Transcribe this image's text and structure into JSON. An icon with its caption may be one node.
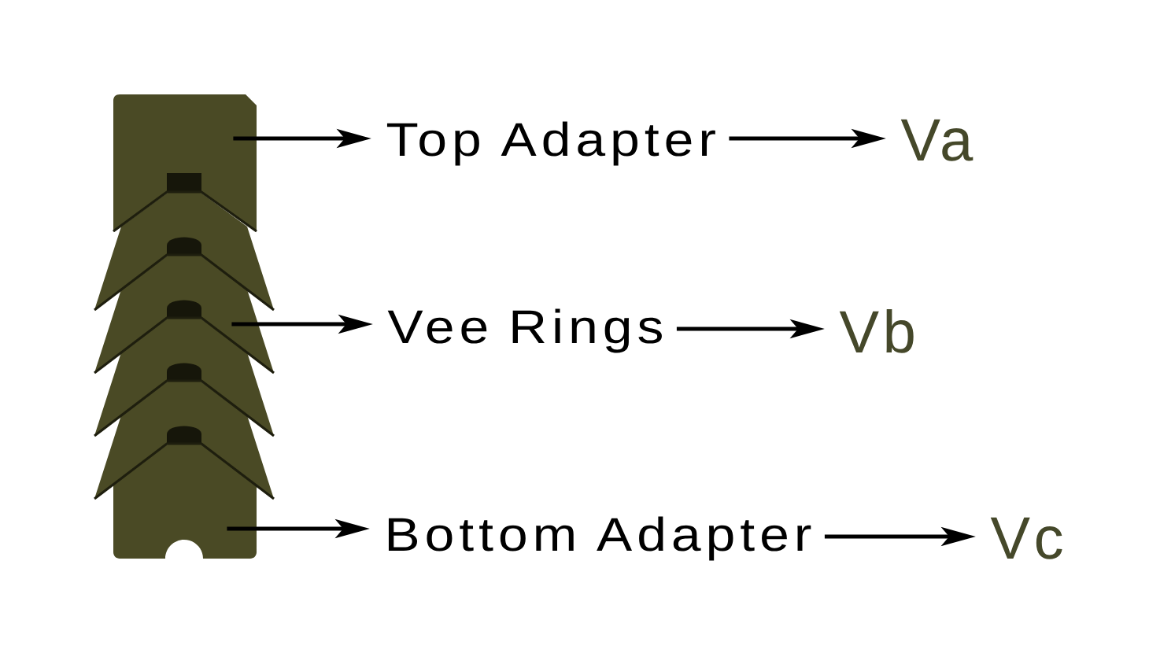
{
  "diagram": {
    "nodes": [
      {
        "text": [],
        "shape": "picture"
      },
      {
        "text": [
          "Top Adapter"
        ]
      },
      {
        "text": [
          "Va"
        ]
      },
      {
        "text": [],
        "shape": "picture"
      },
      {
        "text": [
          "Vee Rings"
        ]
      },
      {
        "text": [
          "Vb"
        ]
      },
      {
        "text": [],
        "shape": "picture"
      },
      {
        "text": [
          "Bottom Adapter"
        ]
      },
      {
        "text": [
          "Vc"
        ]
      }
    ],
    "edges": [
      {
        "from": 0,
        "to": 1,
        "arrow": "to"
      },
      {
        "from": 1,
        "to": 2,
        "arrow": "to"
      },
      {
        "from": 3,
        "to": 4,
        "arrow": "to"
      },
      {
        "from": 4,
        "to": 5,
        "arrow": "to"
      },
      {
        "from": 6,
        "to": 7,
        "arrow": "to"
      },
      {
        "from": 7,
        "to": 8,
        "arrow": "to"
      }
    ]
  }
}
